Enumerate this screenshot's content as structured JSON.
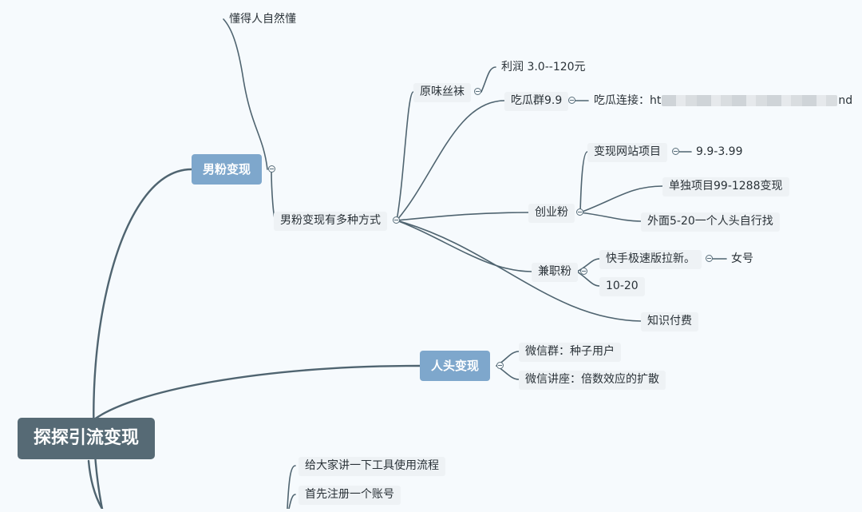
{
  "mindmap": {
    "root": "探探引流变现",
    "branches": {
      "male_fans": "男粉变现",
      "head_count": "人头变现"
    },
    "topics": {
      "understand": "懂得人自然懂",
      "male_ways": "男粉变现有多种方式",
      "stockings": "原味丝袜",
      "profit": "利润 3.0--120元",
      "melon_group": "吃瓜群9.9",
      "melon_link_prefix": "吃瓜连接：ht",
      "melon_link_suffix": "nd",
      "startup_fans": "创业粉",
      "site_project": "变现网站项目",
      "site_price": "9.9-3.99",
      "single_project": "单独项目99-1288变现",
      "outside_heads": "外面5-20一个人头自行找",
      "parttime_fans": "兼职粉",
      "kuaishou": "快手极速版拉新。",
      "female_id": "女号",
      "range": "10-20",
      "paid_knowledge": "知识付费",
      "wechat_group": "微信群：种子用户",
      "wechat_lecture": "微信讲座：倍数效应的扩散",
      "tool_flow": "给大家讲一下工具使用流程",
      "register": "首先注册一个账号"
    }
  }
}
